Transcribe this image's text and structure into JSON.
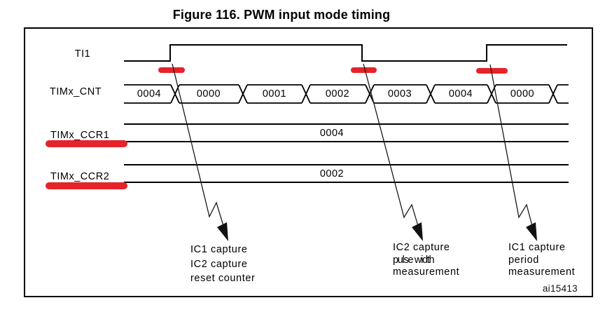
{
  "figure": {
    "title": "Figure 116. PWM input mode timing",
    "watermark": "ai15413"
  },
  "colors": {
    "accent_red": "#e5232a"
  },
  "signals": {
    "ti1": {
      "label": "TI1"
    },
    "cnt": {
      "label": "TIMx_CNT",
      "values": [
        "0004",
        "0000",
        "0001",
        "0002",
        "0003",
        "0004",
        "0000"
      ]
    },
    "ccr1": {
      "label": "TIMx_CCR1",
      "value": "0004"
    },
    "ccr2": {
      "label": "TIMx_CCR2",
      "value": "0002"
    }
  },
  "annotations": [
    {
      "lines": [
        "IC1 capture",
        "IC2 capture",
        "reset counter"
      ]
    },
    {
      "lines": [
        "IC2 capture",
        "pulse width",
        "measurement"
      ]
    },
    {
      "lines": [
        "IC1 capture",
        "period",
        "measurement"
      ]
    }
  ]
}
